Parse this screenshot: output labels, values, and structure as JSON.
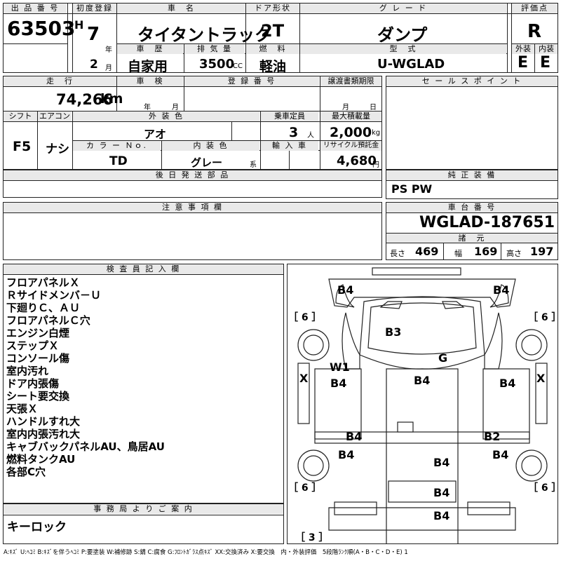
{
  "header": {
    "lot_label": "出 品 番 号",
    "lot": "63503",
    "reg_label": "初度登録",
    "era": "H",
    "reg_year": "7",
    "year_unit": "年",
    "reg_month": "2",
    "month_unit": "月",
    "name_label": "車　名",
    "name": "タイタントラック",
    "door_label": "ドア形状",
    "door": "2T",
    "grade_label": "グ レ ー ド",
    "grade": "ダンプ",
    "score_label": "評価点",
    "score": "R",
    "history_label": "車　歴",
    "history": "自家用",
    "disp_label": "排 気 量",
    "disp": "3500",
    "disp_unit": "CC",
    "fuel_label": "燃　料",
    "fuel": "軽油",
    "model_label": "型　式",
    "model": "U-WGLAD",
    "ext_label": "外装",
    "ext": "E",
    "int_label": "内装",
    "int": "E"
  },
  "row2": {
    "mileage_label": "走　行",
    "mileage": "74,266",
    "mileage_unit": "km",
    "inspect_label": "車　検",
    "year_unit": "年",
    "month_unit": "月",
    "plate_label": "登 録 番 号",
    "doc_label": "譲渡書類期限",
    "doc_month": "月",
    "doc_day": "日",
    "shift_label": "シフト",
    "shift": "F5",
    "ac_label": "エアコン",
    "ac": "ナシ",
    "color_label": "外 装 色",
    "color": "アオ",
    "seats_label": "乗車定員",
    "seats": "3",
    "seats_unit": "人",
    "load_label": "最大積載量",
    "load": "2,000",
    "load_unit": "kg",
    "colorno_label": "カ ラ ー Ｎｏ.",
    "colorno": "TD",
    "intcolor_label": "内 装 色",
    "intcolor": "グレー",
    "intcolor_unit": "系",
    "import_label": "輸 入 車",
    "recycle_label": "リサイクル預託金",
    "recycle": "4,680",
    "recycle_unit": "円",
    "sales_label": "セ ー ル ス ポ イ ン ト"
  },
  "parts": {
    "later_label": "後 日 発 送 部 品",
    "genuine_label": "純 正 装 備",
    "genuine": "PS PW"
  },
  "notes": {
    "label": "注 意 事 項 欄"
  },
  "chassis": {
    "label": "車 台 番 号",
    "value": "WGLAD-187651",
    "dims_label": "諸　元",
    "len_label": "長さ",
    "len": "469",
    "wid_label": "幅",
    "wid": "169",
    "hgt_label": "高さ",
    "hgt": "197"
  },
  "inspector": {
    "label": "検 査 員 記 入 欄",
    "items": [
      "フロアパネルＸ",
      "Ｒサイドメンバ－Ｕ",
      "下廻りＣ、ＡＵ",
      "フロアパネルＣ穴",
      "エンジン白煙",
      "ステップＸ",
      "コンソール傷",
      "室内汚れ",
      "ドア内張傷",
      "シート要交換",
      "天張Ｘ",
      "ハンドルすれ大",
      "室内内張汚れ大",
      "キャブバックパネルAU、鳥居AU",
      "燃料タンクAU",
      "各部C穴"
    ]
  },
  "office": {
    "label": "事 務 局 よ り ご 案 内",
    "text": "キーロック"
  },
  "diagram": {
    "marks": [
      "B4",
      "B4",
      "B3",
      "G",
      "W1",
      "B4",
      "B4",
      "B4",
      "X",
      "X",
      "B4",
      "B2",
      "B4",
      "B4",
      "B4",
      "B4",
      "B4"
    ],
    "tires": [
      "［ 6 ］",
      "［ 6 ］",
      "［ 6 ］",
      "［ 6 ］",
      "［ 3 ］"
    ]
  },
  "legend": "A:ｷｽﾞ U:ﾍｺﾐ B:ｷｽﾞを伴うﾍｺﾐ P:要塗装 W:補修跡 S:錆 C:腐食 G:ﾌﾛﾝﾄｶﾞﾗｽ点ｷｽﾞ XX:交換済み X:要交換　内・外装評価　5段階ﾗﾝｸ順(A・B・C・D・E) 1"
}
